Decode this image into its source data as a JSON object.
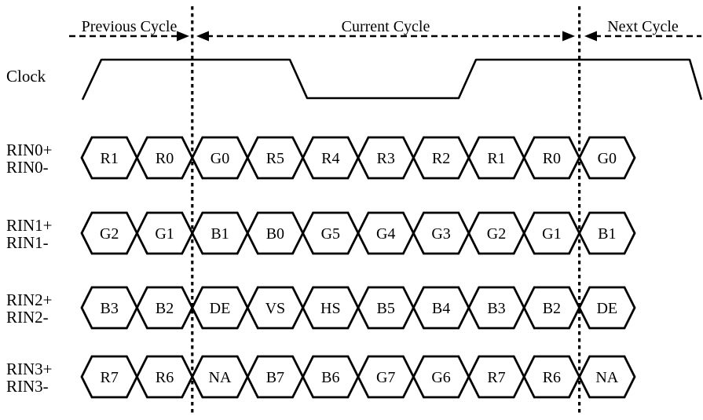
{
  "diagram": {
    "cycles": [
      {
        "label": "Previous Cycle"
      },
      {
        "label": "Current Cycle"
      },
      {
        "label": "Next Cycle"
      }
    ],
    "clock": {
      "label": "Clock"
    },
    "lanes": [
      {
        "label_line1": "RIN0+",
        "label_line2": "RIN0-",
        "cells": [
          "R1",
          "R0",
          "G0",
          "R5",
          "R4",
          "R3",
          "R2",
          "R1",
          "R0",
          "G0"
        ]
      },
      {
        "label_line1": "RIN1+",
        "label_line2": "RIN1-",
        "cells": [
          "G2",
          "G1",
          "B1",
          "B0",
          "G5",
          "G4",
          "G3",
          "G2",
          "G1",
          "B1"
        ]
      },
      {
        "label_line1": "RIN2+",
        "label_line2": "RIN2-",
        "cells": [
          "B3",
          "B2",
          "DE",
          "VS",
          "HS",
          "B5",
          "B4",
          "B3",
          "B2",
          "DE"
        ]
      },
      {
        "label_line1": "RIN3+",
        "label_line2": "RIN3-",
        "cells": [
          "R7",
          "R6",
          "NA",
          "B7",
          "B6",
          "G7",
          "G6",
          "R7",
          "R6",
          "NA"
        ]
      }
    ],
    "colors": {
      "line": "#000000",
      "background": "#ffffff"
    }
  }
}
